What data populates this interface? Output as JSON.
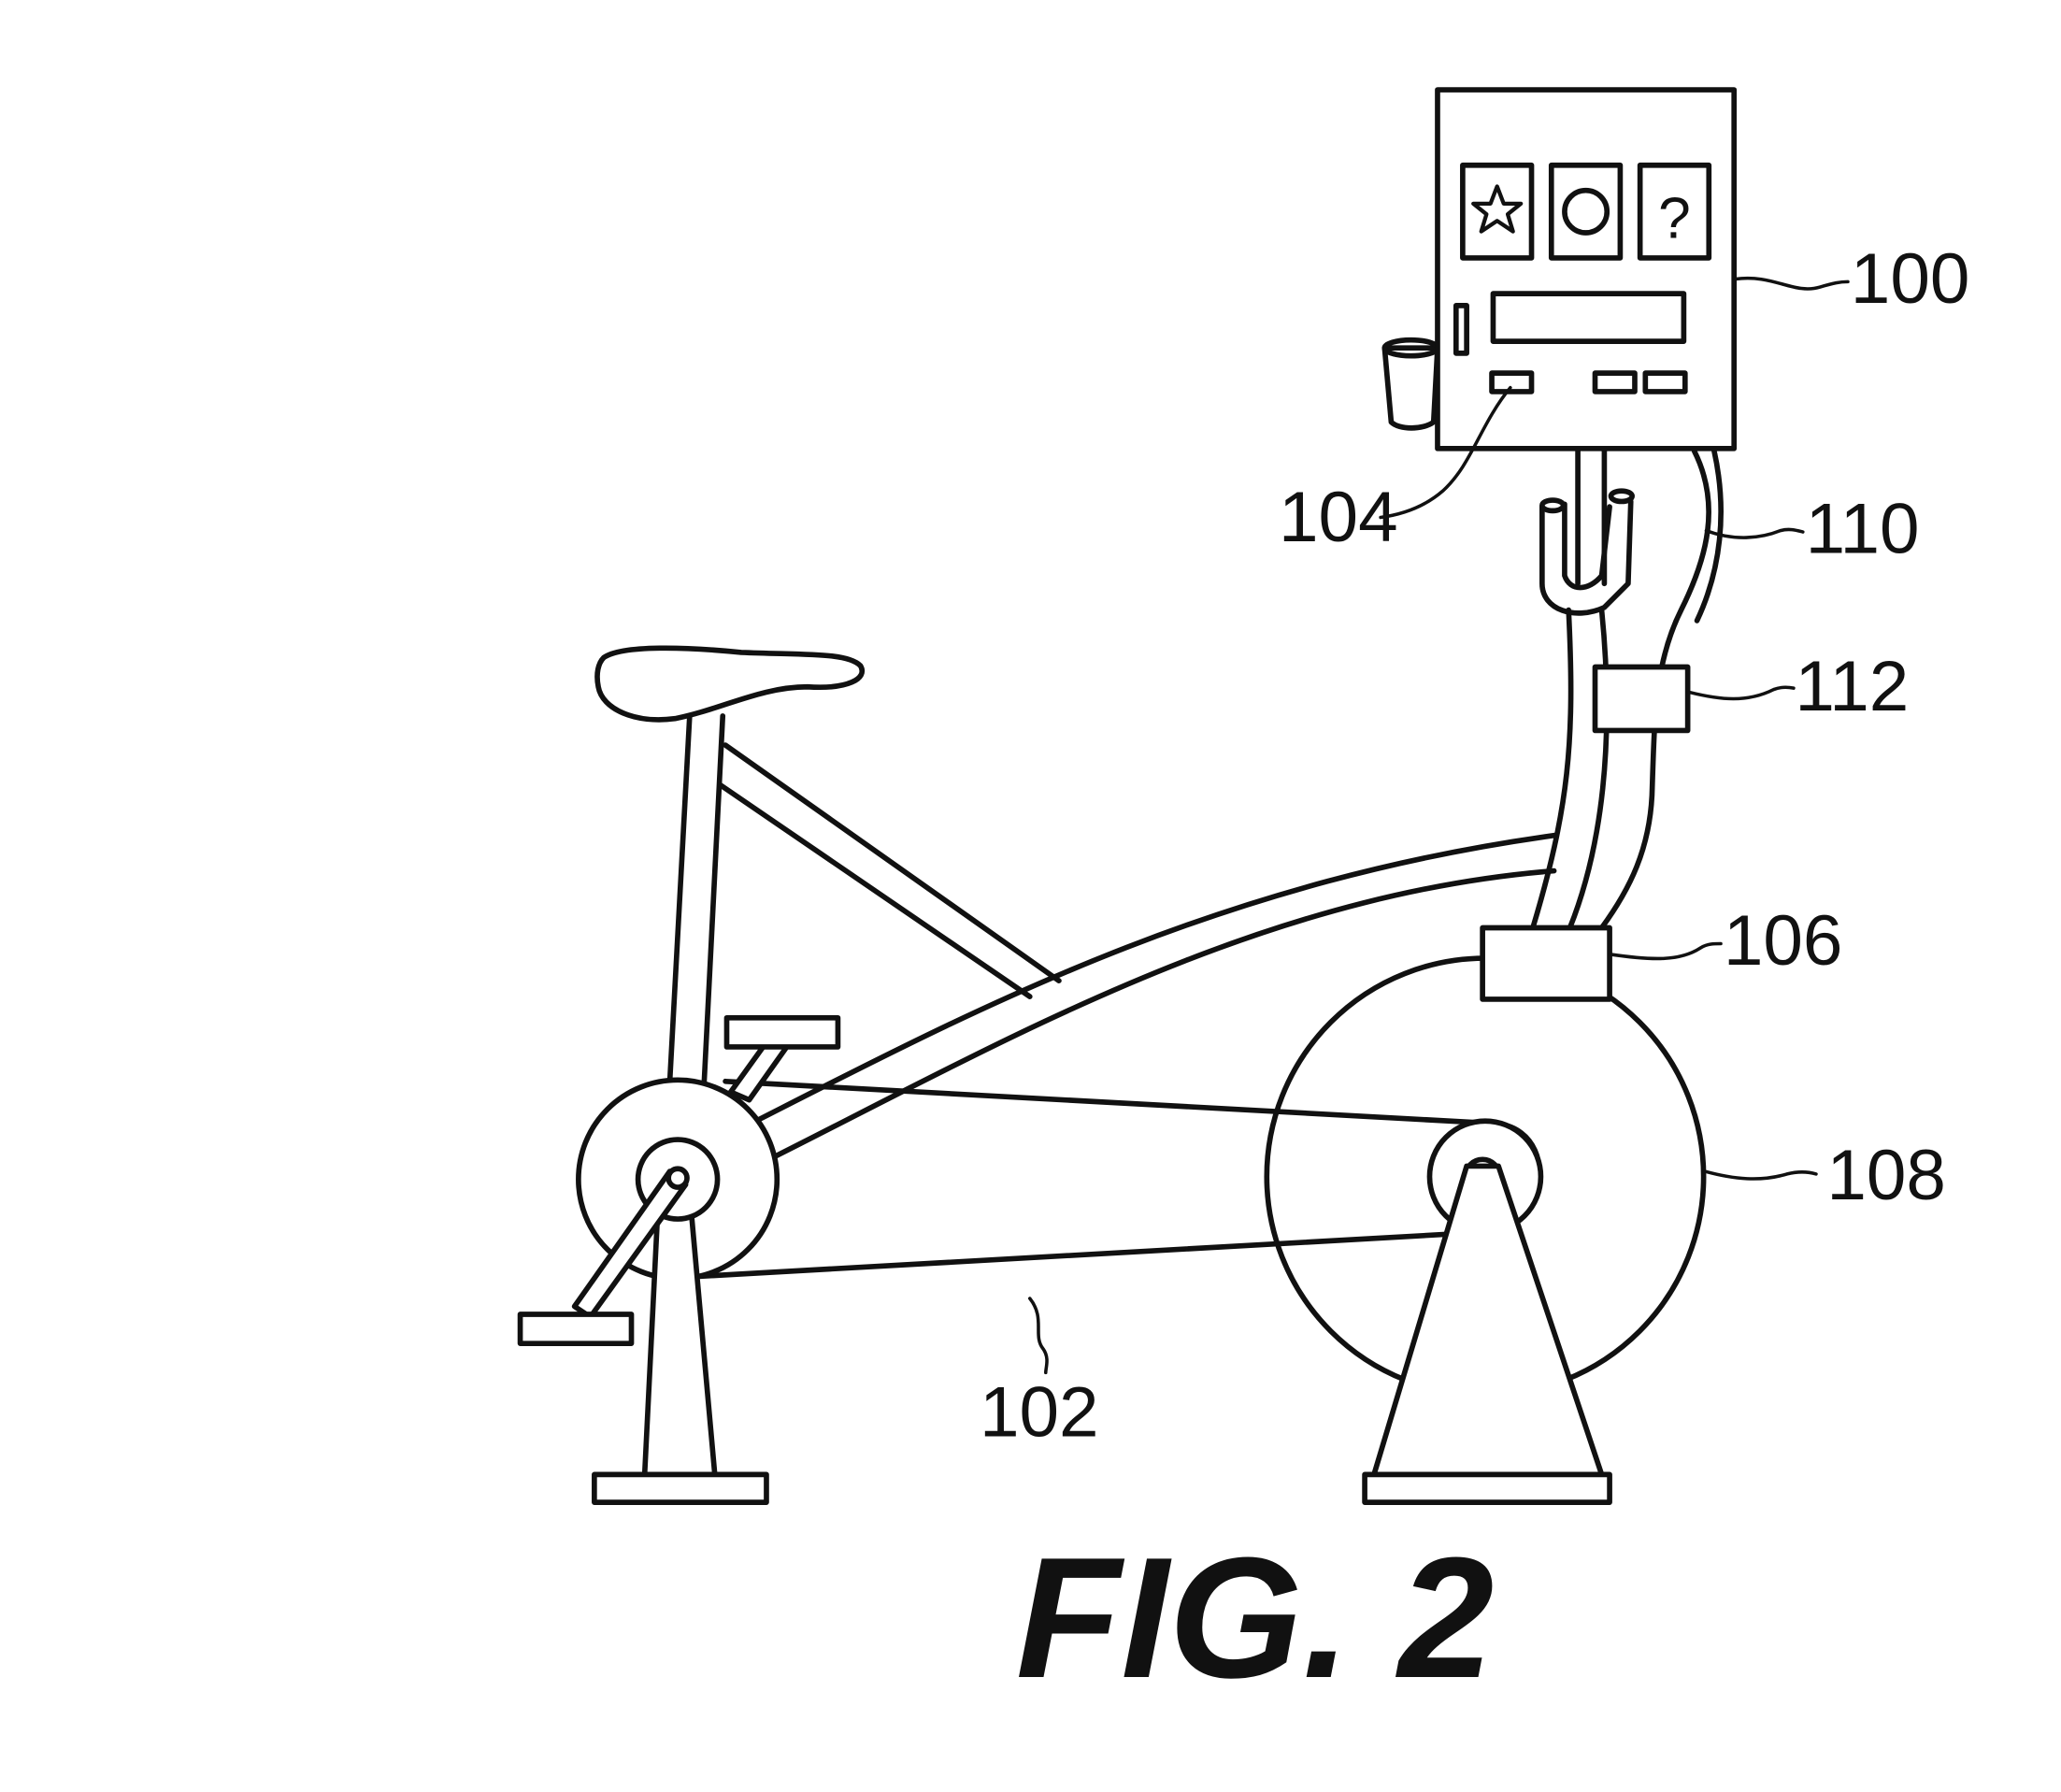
{
  "figure": {
    "label": "FIG. 2",
    "line_color": "#111111",
    "background": "#ffffff"
  },
  "reference_numerals": {
    "console": "100",
    "chain": "102",
    "button": "104",
    "sensor_unit": "106",
    "flywheel": "108",
    "cable": "110",
    "clip": "112"
  },
  "display_symbols": {
    "reel_1": "star-icon",
    "reel_2": "circle-icon",
    "reel_3": "?"
  }
}
